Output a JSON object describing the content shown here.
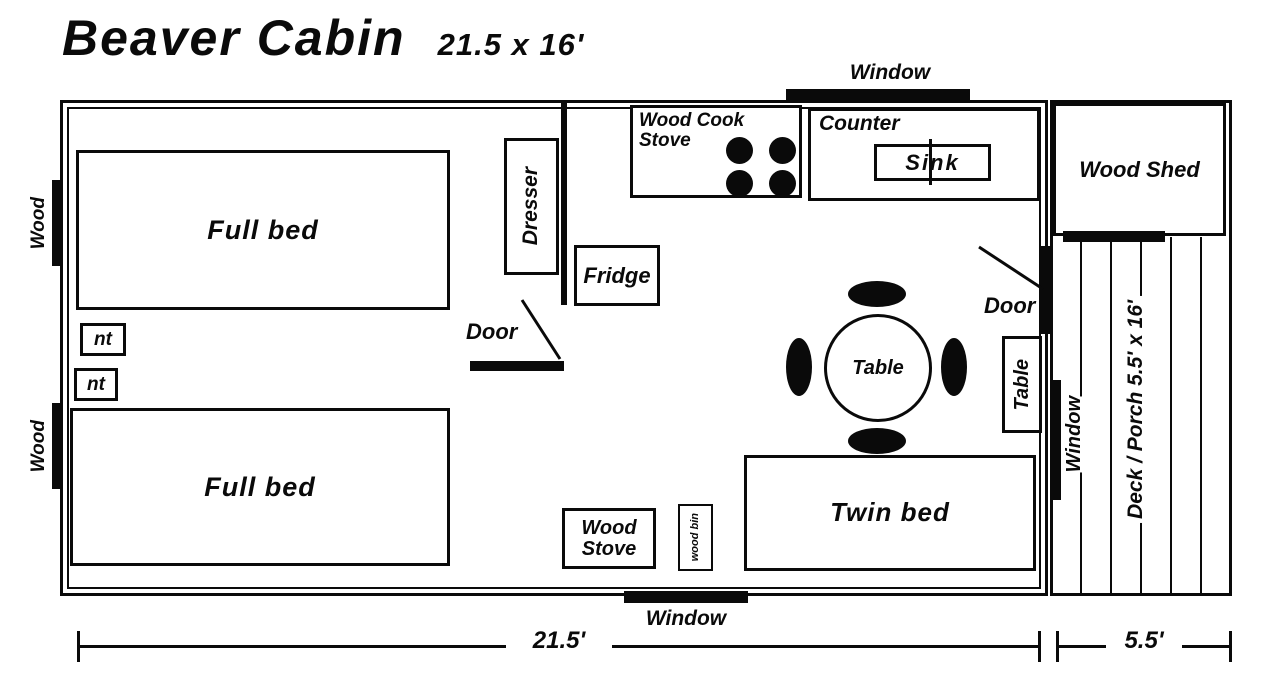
{
  "title": {
    "name": "Beaver Cabin",
    "size": "21.5 x 16'"
  },
  "bedroom": {
    "full_bed_1": "Full bed",
    "full_bed_2": "Full bed",
    "nightstand_1": "nt",
    "nightstand_2": "nt",
    "dresser": "Dresser",
    "door": "Door",
    "wood_1": "Wood",
    "wood_2": "Wood"
  },
  "kitchen": {
    "wood_cook_stove": "Wood Cook\nStove",
    "counter": "Counter",
    "sink": "Sink",
    "fridge": "Fridge",
    "window_top": "Window"
  },
  "living": {
    "table_round": "Table",
    "table_side": "Table",
    "twin_bed": "Twin bed",
    "wood_stove": "Wood\nStove",
    "wood_bin": "wood bin",
    "door": "Door",
    "window_right": "Window",
    "window_bottom": "Window"
  },
  "deck": {
    "wood_shed": "Wood Shed",
    "label": "Deck / Porch 5.5' x 16'"
  },
  "dimensions": {
    "cabin": "21.5'",
    "deck": "5.5'"
  },
  "colors": {
    "ink": "#0a0a0a",
    "paper": "#ffffff"
  }
}
